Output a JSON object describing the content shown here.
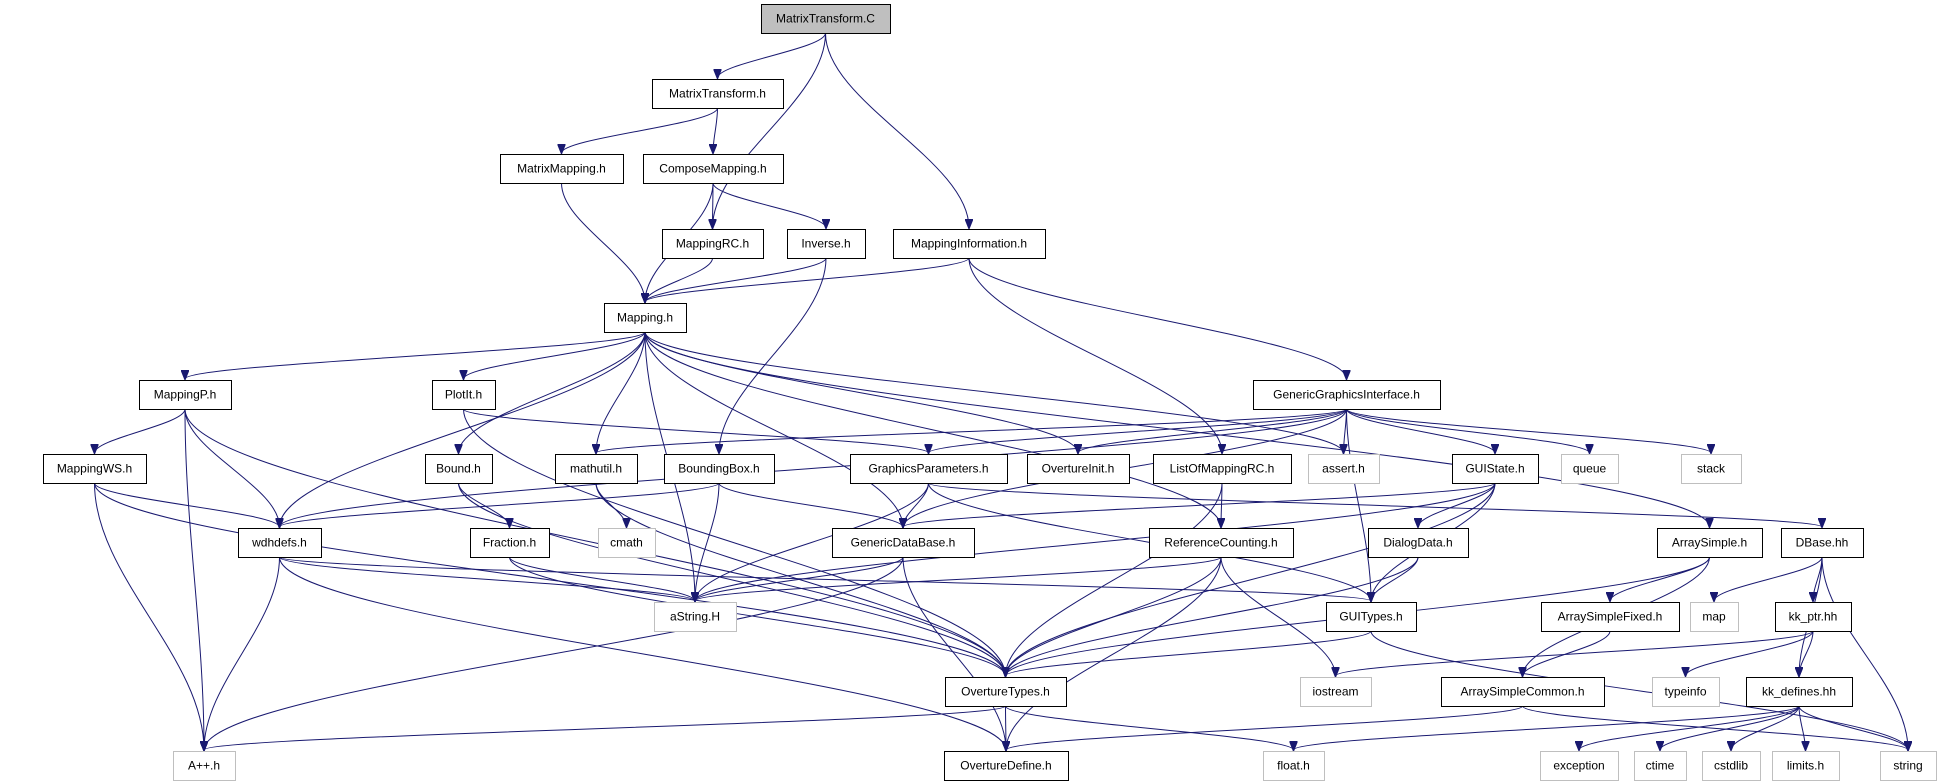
{
  "colors": {
    "edge": "#191970",
    "root_fill": "#bfbfbf",
    "normal_border": "#000000",
    "external_border": "#bfbfbf",
    "external_text": "#404040"
  },
  "nodes": [
    {
      "id": "MatrixTransform.C",
      "label": "MatrixTransform.C",
      "kind": "root"
    },
    {
      "id": "MatrixTransform.h",
      "label": "MatrixTransform.h",
      "kind": "normal"
    },
    {
      "id": "MatrixMapping.h",
      "label": "MatrixMapping.h",
      "kind": "normal"
    },
    {
      "id": "ComposeMapping.h",
      "label": "ComposeMapping.h",
      "kind": "normal"
    },
    {
      "id": "MappingRC.h",
      "label": "MappingRC.h",
      "kind": "normal"
    },
    {
      "id": "Inverse.h",
      "label": "Inverse.h",
      "kind": "normal"
    },
    {
      "id": "MappingInformation.h",
      "label": "MappingInformation.h",
      "kind": "normal"
    },
    {
      "id": "Mapping.h",
      "label": "Mapping.h",
      "kind": "normal"
    },
    {
      "id": "MappingP.h",
      "label": "MappingP.h",
      "kind": "normal"
    },
    {
      "id": "PlotIt.h",
      "label": "PlotIt.h",
      "kind": "normal"
    },
    {
      "id": "GenericGraphicsInterface.h",
      "label": "GenericGraphicsInterface.h",
      "kind": "normal"
    },
    {
      "id": "MappingWS.h",
      "label": "MappingWS.h",
      "kind": "normal"
    },
    {
      "id": "Bound.h",
      "label": "Bound.h",
      "kind": "normal"
    },
    {
      "id": "mathutil.h",
      "label": "mathutil.h",
      "kind": "normal"
    },
    {
      "id": "BoundingBox.h",
      "label": "BoundingBox.h",
      "kind": "normal"
    },
    {
      "id": "GraphicsParameters.h",
      "label": "GraphicsParameters.h",
      "kind": "normal"
    },
    {
      "id": "OvertureInit.h",
      "label": "OvertureInit.h",
      "kind": "normal"
    },
    {
      "id": "ListOfMappingRC.h",
      "label": "ListOfMappingRC.h",
      "kind": "normal"
    },
    {
      "id": "assert.h",
      "label": "assert.h",
      "kind": "external"
    },
    {
      "id": "GUIState.h",
      "label": "GUIState.h",
      "kind": "normal"
    },
    {
      "id": "queue",
      "label": "queue",
      "kind": "external"
    },
    {
      "id": "stack",
      "label": "stack",
      "kind": "external"
    },
    {
      "id": "wdhdefs.h",
      "label": "wdhdefs.h",
      "kind": "normal"
    },
    {
      "id": "Fraction.h",
      "label": "Fraction.h",
      "kind": "normal"
    },
    {
      "id": "cmath",
      "label": "cmath",
      "kind": "external"
    },
    {
      "id": "GenericDataBase.h",
      "label": "GenericDataBase.h",
      "kind": "normal"
    },
    {
      "id": "ReferenceCounting.h",
      "label": "ReferenceCounting.h",
      "kind": "normal"
    },
    {
      "id": "DialogData.h",
      "label": "DialogData.h",
      "kind": "normal"
    },
    {
      "id": "ArraySimple.h",
      "label": "ArraySimple.h",
      "kind": "normal"
    },
    {
      "id": "DBase.hh",
      "label": "DBase.hh",
      "kind": "normal"
    },
    {
      "id": "aString.H",
      "label": "aString.H",
      "kind": "external"
    },
    {
      "id": "GUITypes.h",
      "label": "GUITypes.h",
      "kind": "normal"
    },
    {
      "id": "ArraySimpleFixed.h",
      "label": "ArraySimpleFixed.h",
      "kind": "normal"
    },
    {
      "id": "map",
      "label": "map",
      "kind": "external"
    },
    {
      "id": "kk_ptr.hh",
      "label": "kk_ptr.hh",
      "kind": "normal"
    },
    {
      "id": "OvertureTypes.h",
      "label": "OvertureTypes.h",
      "kind": "normal"
    },
    {
      "id": "iostream",
      "label": "iostream",
      "kind": "external"
    },
    {
      "id": "ArraySimpleCommon.h",
      "label": "ArraySimpleCommon.h",
      "kind": "normal"
    },
    {
      "id": "typeinfo",
      "label": "typeinfo",
      "kind": "external"
    },
    {
      "id": "kk_defines.hh",
      "label": "kk_defines.hh",
      "kind": "normal"
    },
    {
      "id": "A++.h",
      "label": "A++.h",
      "kind": "external"
    },
    {
      "id": "OvertureDefine.h",
      "label": "OvertureDefine.h",
      "kind": "normal"
    },
    {
      "id": "float.h",
      "label": "float.h",
      "kind": "external"
    },
    {
      "id": "exception",
      "label": "exception",
      "kind": "external"
    },
    {
      "id": "ctime",
      "label": "ctime",
      "kind": "external"
    },
    {
      "id": "cstdlib",
      "label": "cstdlib",
      "kind": "external"
    },
    {
      "id": "limits.h",
      "label": "limits.h",
      "kind": "external"
    },
    {
      "id": "string",
      "label": "string",
      "kind": "external"
    }
  ],
  "edges": [
    [
      "MatrixTransform.C",
      "MatrixTransform.h"
    ],
    [
      "MatrixTransform.C",
      "MappingRC.h"
    ],
    [
      "MatrixTransform.C",
      "MappingInformation.h"
    ],
    [
      "MatrixTransform.h",
      "MatrixMapping.h"
    ],
    [
      "MatrixTransform.h",
      "ComposeMapping.h"
    ],
    [
      "MatrixMapping.h",
      "Mapping.h"
    ],
    [
      "ComposeMapping.h",
      "MappingRC.h"
    ],
    [
      "ComposeMapping.h",
      "Inverse.h"
    ],
    [
      "ComposeMapping.h",
      "Mapping.h"
    ],
    [
      "MappingRC.h",
      "Mapping.h"
    ],
    [
      "Inverse.h",
      "Mapping.h"
    ],
    [
      "Inverse.h",
      "BoundingBox.h"
    ],
    [
      "MappingInformation.h",
      "Mapping.h"
    ],
    [
      "MappingInformation.h",
      "GenericGraphicsInterface.h"
    ],
    [
      "MappingInformation.h",
      "ListOfMappingRC.h"
    ],
    [
      "Mapping.h",
      "MappingP.h"
    ],
    [
      "Mapping.h",
      "PlotIt.h"
    ],
    [
      "Mapping.h",
      "Bound.h"
    ],
    [
      "Mapping.h",
      "mathutil.h"
    ],
    [
      "Mapping.h",
      "OvertureInit.h"
    ],
    [
      "Mapping.h",
      "assert.h"
    ],
    [
      "Mapping.h",
      "wdhdefs.h"
    ],
    [
      "Mapping.h",
      "GenericDataBase.h"
    ],
    [
      "Mapping.h",
      "aString.H"
    ],
    [
      "Mapping.h",
      "ArraySimple.h"
    ],
    [
      "Mapping.h",
      "ReferenceCounting.h"
    ],
    [
      "MappingP.h",
      "MappingWS.h"
    ],
    [
      "MappingP.h",
      "wdhdefs.h"
    ],
    [
      "MappingP.h",
      "OvertureTypes.h"
    ],
    [
      "MappingP.h",
      "A++.h"
    ],
    [
      "PlotIt.h",
      "GraphicsParameters.h"
    ],
    [
      "PlotIt.h",
      "OvertureTypes.h"
    ],
    [
      "GenericGraphicsInterface.h",
      "GraphicsParameters.h"
    ],
    [
      "GenericGraphicsInterface.h",
      "OvertureInit.h"
    ],
    [
      "GenericGraphicsInterface.h",
      "mathutil.h"
    ],
    [
      "GenericGraphicsInterface.h",
      "assert.h"
    ],
    [
      "GenericGraphicsInterface.h",
      "GUIState.h"
    ],
    [
      "GenericGraphicsInterface.h",
      "queue"
    ],
    [
      "GenericGraphicsInterface.h",
      "stack"
    ],
    [
      "GenericGraphicsInterface.h",
      "wdhdefs.h"
    ],
    [
      "GenericGraphicsInterface.h",
      "GUITypes.h"
    ],
    [
      "GenericGraphicsInterface.h",
      "GenericDataBase.h"
    ],
    [
      "MappingWS.h",
      "wdhdefs.h"
    ],
    [
      "MappingWS.h",
      "A++.h"
    ],
    [
      "MappingWS.h",
      "OvertureTypes.h"
    ],
    [
      "Bound.h",
      "Fraction.h"
    ],
    [
      "Bound.h",
      "OvertureTypes.h"
    ],
    [
      "mathutil.h",
      "cmath"
    ],
    [
      "mathutil.h",
      "OvertureTypes.h"
    ],
    [
      "BoundingBox.h",
      "GenericDataBase.h"
    ],
    [
      "BoundingBox.h",
      "aString.H"
    ],
    [
      "BoundingBox.h",
      "wdhdefs.h"
    ],
    [
      "GraphicsParameters.h",
      "GenericDataBase.h"
    ],
    [
      "GraphicsParameters.h",
      "aString.H"
    ],
    [
      "GraphicsParameters.h",
      "GUITypes.h"
    ],
    [
      "GraphicsParameters.h",
      "DBase.hh"
    ],
    [
      "ListOfMappingRC.h",
      "ReferenceCounting.h"
    ],
    [
      "ListOfMappingRC.h",
      "OvertureTypes.h"
    ],
    [
      "GUIState.h",
      "DialogData.h"
    ],
    [
      "GUIState.h",
      "GUITypes.h"
    ],
    [
      "GUIState.h",
      "aString.H"
    ],
    [
      "GUIState.h",
      "OvertureTypes.h"
    ],
    [
      "GUIState.h",
      "GenericDataBase.h"
    ],
    [
      "wdhdefs.h",
      "A++.h"
    ],
    [
      "wdhdefs.h",
      "aString.H"
    ],
    [
      "wdhdefs.h",
      "GUITypes.h"
    ],
    [
      "wdhdefs.h",
      "OvertureDefine.h"
    ],
    [
      "Fraction.h",
      "aString.H"
    ],
    [
      "Fraction.h",
      "OvertureTypes.h"
    ],
    [
      "GenericDataBase.h",
      "aString.H"
    ],
    [
      "GenericDataBase.h",
      "OvertureDefine.h"
    ],
    [
      "GenericDataBase.h",
      "A++.h"
    ],
    [
      "ReferenceCounting.h",
      "aString.H"
    ],
    [
      "ReferenceCounting.h",
      "OvertureTypes.h"
    ],
    [
      "ReferenceCounting.h",
      "iostream"
    ],
    [
      "ReferenceCounting.h",
      "OvertureDefine.h"
    ],
    [
      "DialogData.h",
      "GUITypes.h"
    ],
    [
      "DialogData.h",
      "OvertureTypes.h"
    ],
    [
      "ArraySimple.h",
      "ArraySimpleFixed.h"
    ],
    [
      "ArraySimple.h",
      "ArraySimpleCommon.h"
    ],
    [
      "ArraySimple.h",
      "OvertureTypes.h"
    ],
    [
      "DBase.hh",
      "map"
    ],
    [
      "DBase.hh",
      "kk_ptr.hh"
    ],
    [
      "DBase.hh",
      "kk_defines.hh"
    ],
    [
      "DBase.hh",
      "string"
    ],
    [
      "GUITypes.h",
      "OvertureTypes.h"
    ],
    [
      "GUITypes.h",
      "string"
    ],
    [
      "ArraySimpleFixed.h",
      "ArraySimpleCommon.h"
    ],
    [
      "kk_ptr.hh",
      "typeinfo"
    ],
    [
      "kk_ptr.hh",
      "kk_defines.hh"
    ],
    [
      "kk_ptr.hh",
      "iostream"
    ],
    [
      "OvertureTypes.h",
      "A++.h"
    ],
    [
      "OvertureTypes.h",
      "OvertureDefine.h"
    ],
    [
      "OvertureTypes.h",
      "float.h"
    ],
    [
      "ArraySimpleCommon.h",
      "OvertureDefine.h"
    ],
    [
      "ArraySimpleCommon.h",
      "string"
    ],
    [
      "kk_defines.hh",
      "float.h"
    ],
    [
      "kk_defines.hh",
      "exception"
    ],
    [
      "kk_defines.hh",
      "ctime"
    ],
    [
      "kk_defines.hh",
      "cstdlib"
    ],
    [
      "kk_defines.hh",
      "limits.h"
    ],
    [
      "kk_defines.hh",
      "string"
    ]
  ]
}
